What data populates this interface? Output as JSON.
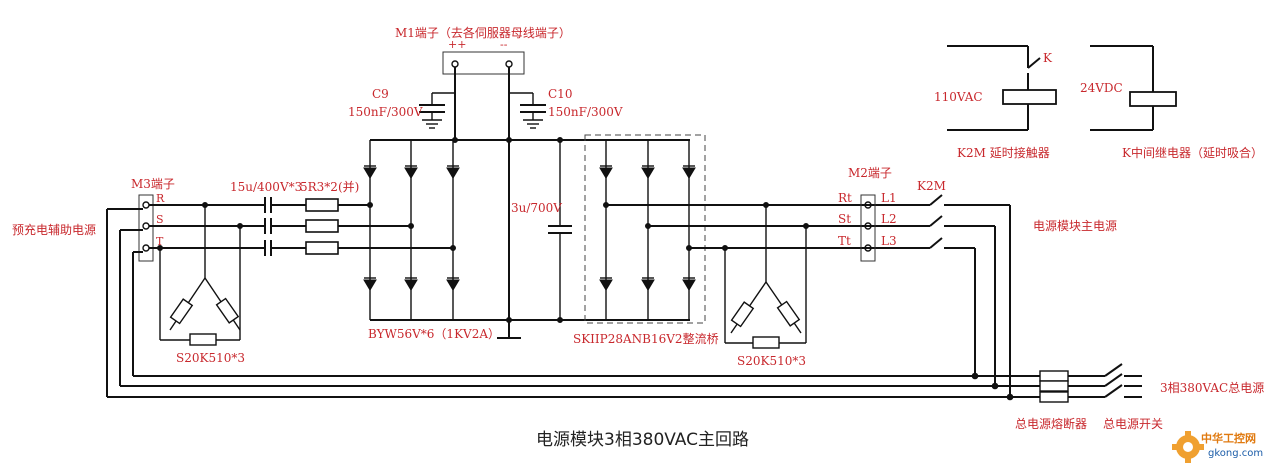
{
  "labels": {
    "m1_terminal": "M1端子（去各伺服器母线端子）",
    "m1_plus": "++",
    "m1_minus": "--",
    "c9_name": "C9",
    "c9_value": "150nF/300V",
    "c10_name": "C10",
    "c10_value": "150nF/300V",
    "m3_terminal": "M3端子",
    "m3_r": "R",
    "m3_s": "S",
    "m3_t": "T",
    "precharge_aux": "预充电辅助电源",
    "cap_series": "15u/400V*3",
    "resistor": "5R3*2(并)",
    "varistor_left": "S20K510*3",
    "diode_left": "BYW56V*6（1KV2A）",
    "bus_cap": "3u/700V",
    "rectifier": "SKIIP28ANB16V2整流桥",
    "varistor_right": "S20K510*3",
    "m2_terminal": "M2端子",
    "rt": "Rt",
    "st": "St",
    "tt": "Tt",
    "l1": "L1",
    "l2": "L2",
    "l3": "L3",
    "k2m": "K2M",
    "module_main_power": "电源模块主电源",
    "vac110": "110VAC",
    "vdc24": "24VDC",
    "k_contact": "K",
    "k2m_desc": "K2M 延时接触器",
    "k_relay_desc": "K中间继电器（延时吸合）",
    "main_power_3ph": "3相380VAC总电源",
    "main_fuse": "总电源熔断器",
    "main_switch": "总电源开关",
    "title": "电源模块3相380VAC主回路",
    "logo_cn": "中华工控网",
    "logo_url": "gkong.com"
  },
  "colors": {
    "label": "#c8282d",
    "wire": "#111111",
    "title": "#222222"
  }
}
